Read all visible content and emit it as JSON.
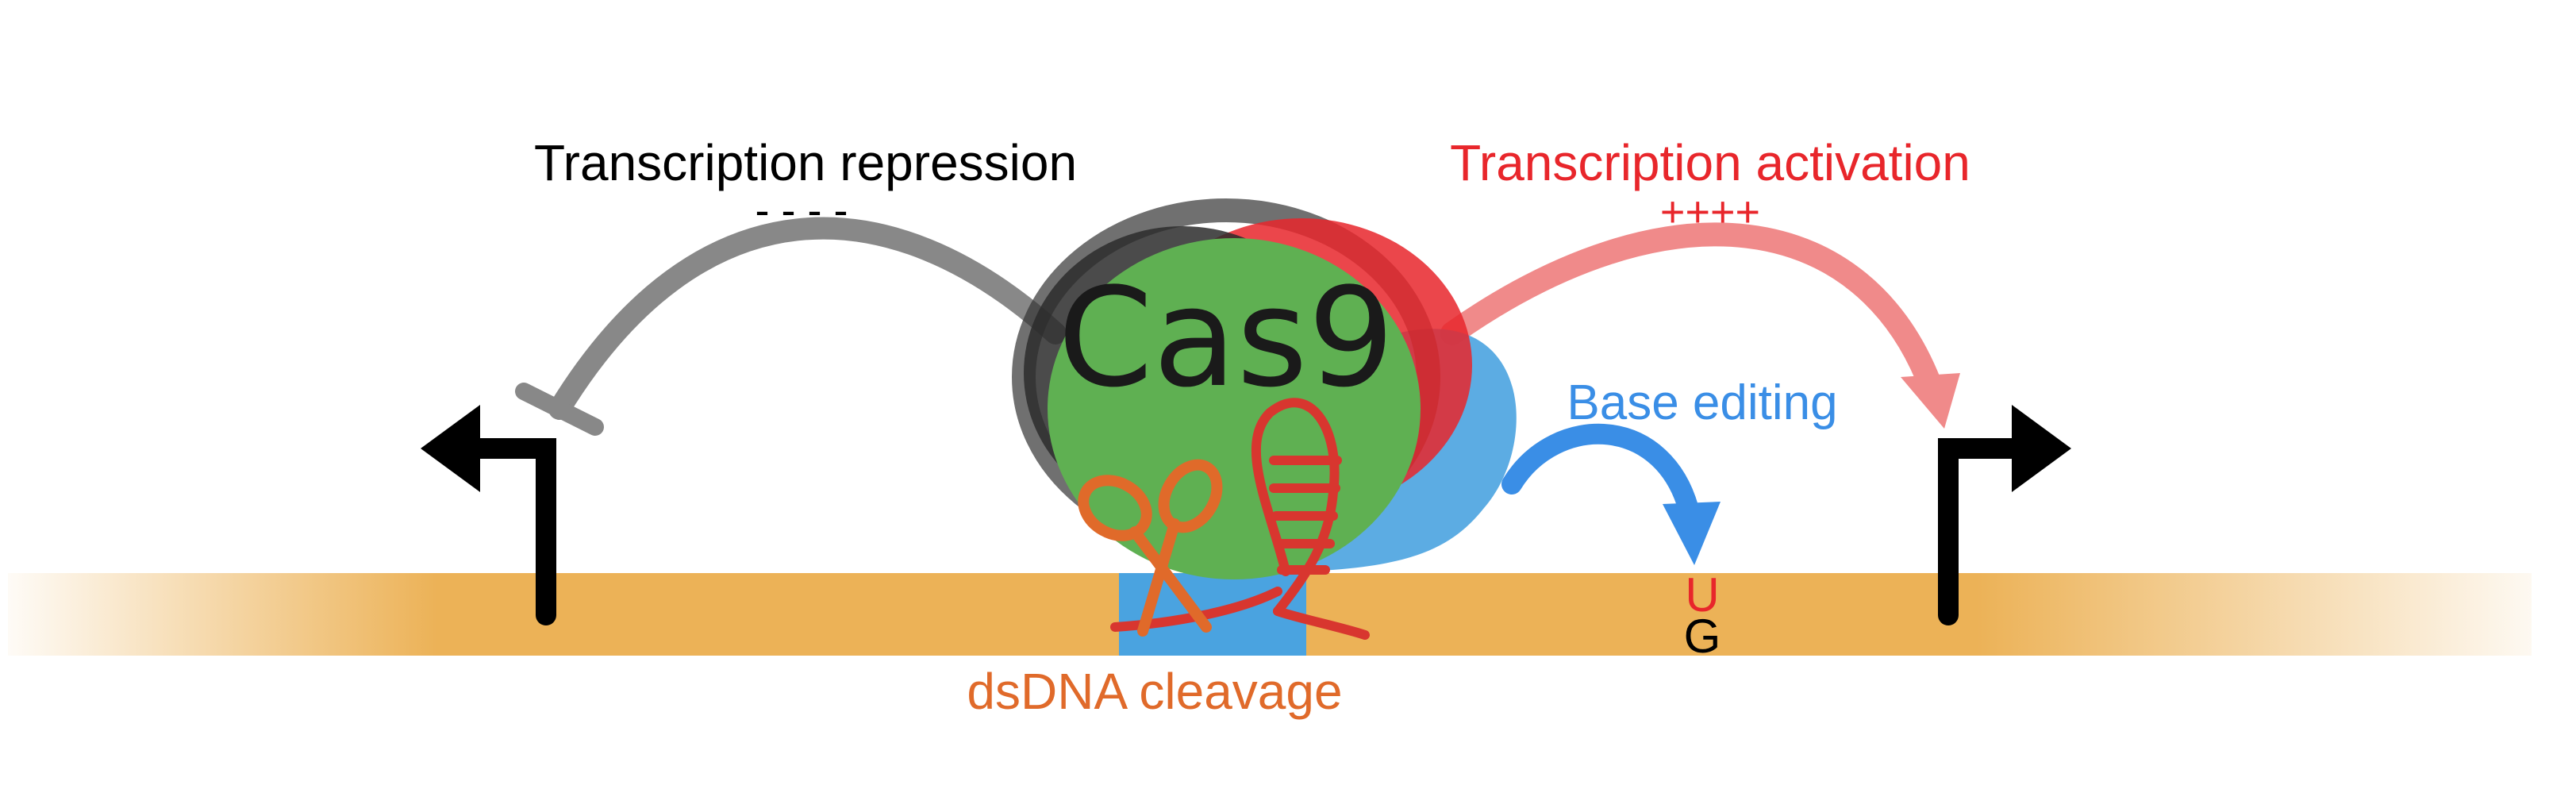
{
  "labels": {
    "repression_title": "Transcription repression",
    "repression_sign": "- - - -",
    "activation_title": "Transcription activation",
    "activation_sign": "++++",
    "base_editing": "Base editing",
    "cleavage": "dsDNA cleavage",
    "protein": "Cas9",
    "base_new": "U",
    "base_old": "G"
  },
  "colors": {
    "dna": "#ecb257",
    "repression": "#888888",
    "repression_title": "#000000",
    "activation": "#e8262b",
    "activation_arrow": "#f08a8a",
    "base_editing": "#3a8ee6",
    "cleavage": "#e06a2a",
    "cas9_body": "#5fb052",
    "cas9_outline_dark": "#333333",
    "grna": "#d8362f",
    "target_region": "#4aa3e0",
    "promoter_arrow": "#000000"
  }
}
